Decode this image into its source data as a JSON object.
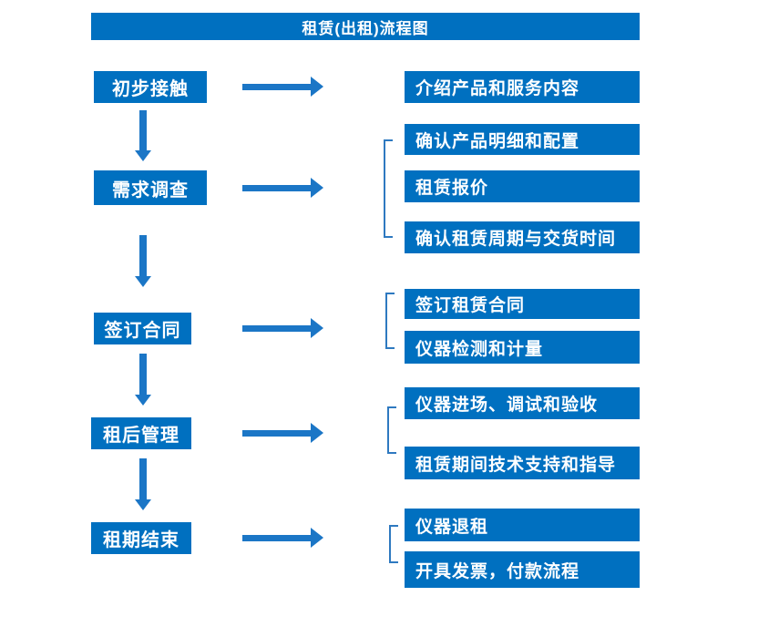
{
  "title": "租赁(出租)流程图",
  "colors": {
    "box_blue": "#0070c0",
    "arrow_blue": "#1b76c6",
    "bracket_blue": "#2e79c0",
    "text_white": "#ffffff"
  },
  "steps": [
    {
      "label": "初步接触",
      "outputs": [
        "介绍产品和服务内容"
      ]
    },
    {
      "label": "需求调查",
      "outputs": [
        "确认产品明细和配置",
        "租赁报价",
        "确认租赁周期与交货时间"
      ]
    },
    {
      "label": "签订合同",
      "outputs": [
        "签订租赁合同",
        "仪器检测和计量"
      ]
    },
    {
      "label": "租后管理",
      "outputs": [
        "仪器进场、调试和验收",
        "租赁期间技术支持和指导"
      ]
    },
    {
      "label": "租期结束",
      "outputs": [
        "仪器退租",
        "开具发票，付款流程"
      ]
    }
  ]
}
